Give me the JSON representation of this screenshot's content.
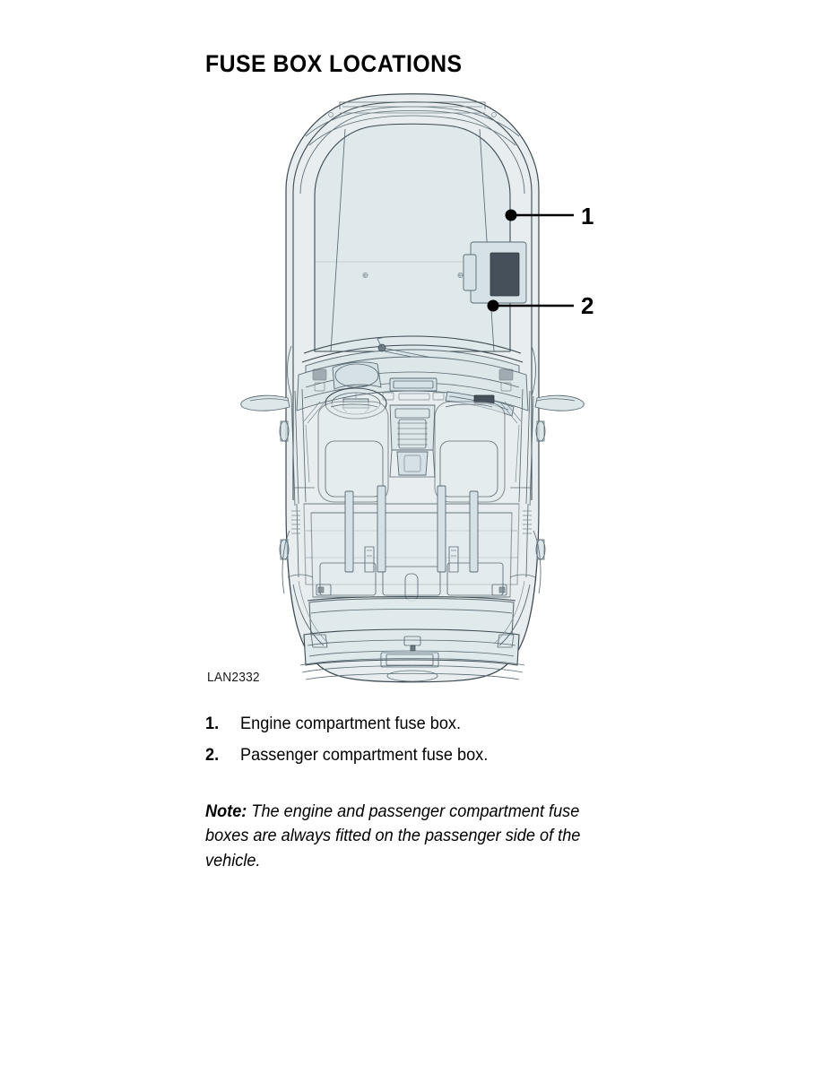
{
  "page": {
    "title": "FUSE BOX LOCATIONS",
    "background_color": "#ffffff",
    "text_color": "#000000"
  },
  "figure": {
    "reference_code": "LAN2332",
    "description": "Top-down plan view line drawing of a car showing fuse box locations",
    "body_fill_color": "#e8eef0",
    "line_color": "#3d4a52",
    "fusebox_highlight_color": "#5d5a6e",
    "callouts": [
      {
        "number": "1",
        "target": "engine-compartment-fuse-box"
      },
      {
        "number": "2",
        "target": "passenger-compartment-fuse-box"
      }
    ]
  },
  "list": {
    "items": [
      {
        "number": "1.",
        "text": "Engine compartment fuse box."
      },
      {
        "number": "2.",
        "text": "Passenger compartment fuse box."
      }
    ]
  },
  "note": {
    "label": "Note:",
    "text": " The engine and passenger compartment fuse boxes are always fitted on the passenger side of the vehicle."
  }
}
